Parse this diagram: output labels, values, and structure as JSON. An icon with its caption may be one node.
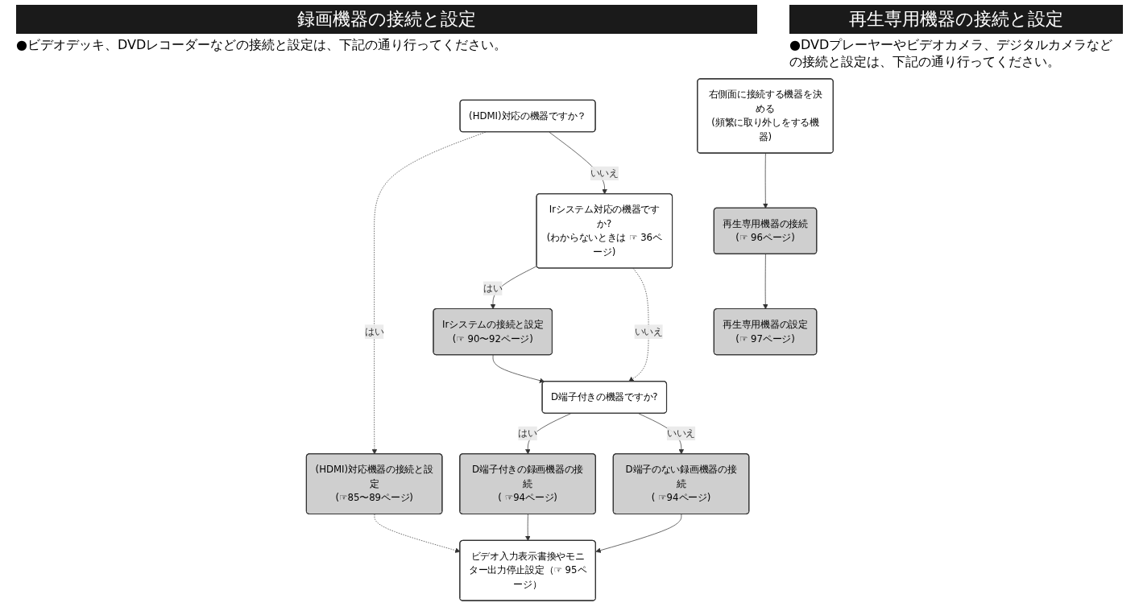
{
  "diagram": {
    "nodes": [
      {
        "text": [
          "(HDMI)対応の機器ですか？"
        ]
      },
      {
        "text": [
          "Irシステム対応の機器ですか?",
          "(わからないときは ☞ 36ページ)"
        ]
      },
      {
        "text": [
          "Irシステムの接続と設定",
          "(☞ 90〜92ページ)"
        ]
      },
      {
        "text": [
          "(HDMI)対応機器の接続と設定",
          "(☞85〜89ページ)"
        ]
      },
      {
        "text": [
          "D端子付きの機器ですか?"
        ]
      },
      {
        "text": [
          "D端子付きの録画機器の接続",
          "( ☞94ページ)"
        ]
      },
      {
        "text": [
          "D端子のない録画機器の接続",
          "( ☞94ページ)"
        ]
      },
      {
        "text": [
          "ビデオ入力表示書換やモニター出力停止設定（☞ 95ページ）"
        ]
      },
      {
        "text": [
          "右側面に接続する機器を決める",
          "(頻繁に取り外しをする機器)"
        ]
      },
      {
        "text": [
          "再生専用機器の接続",
          "(☞ 96ページ)"
        ]
      },
      {
        "text": [
          "再生専用機器の設定",
          "(☞ 97ページ)"
        ]
      }
    ],
    "edges": [
      {
        "from": 0,
        "to": 3,
        "arrow": "to",
        "label": "はい",
        "style": "dashed"
      },
      {
        "from": 0,
        "to": 1,
        "arrow": "to",
        "label": "いいえ"
      },
      {
        "from": 1,
        "to": 2,
        "arrow": "to",
        "label": "はい"
      },
      {
        "from": 1,
        "to": 4,
        "arrow": "to",
        "label": "いいえ",
        "style": "dashed"
      },
      {
        "from": 2,
        "to": 4,
        "arrow": "to"
      },
      {
        "from": 4,
        "to": 5,
        "arrow": "to",
        "label": "はい"
      },
      {
        "from": 4,
        "to": 6,
        "arrow": "to",
        "label": "いいえ"
      },
      {
        "from": 3,
        "to": 7,
        "arrow": "to",
        "style": "dashed"
      },
      {
        "from": 5,
        "to": 7,
        "arrow": "to"
      },
      {
        "from": 6,
        "to": 7,
        "arrow": "to"
      },
      {
        "from": 8,
        "to": 9,
        "arrow": "to"
      },
      {
        "from": 9,
        "to": 10,
        "arrow": "to"
      }
    ],
    "labels": [
      "録画機器の接続と設定",
      "●ビデオデッキ、DVDレコーダーなどの接続と設定は、下記の通り行ってください。",
      "再生専用機器の接続と設定",
      "●DVDプレーヤーやビデオカメラ、デジタルカメラなどの接続と設定は、下記の通り行ってください。"
    ]
  }
}
